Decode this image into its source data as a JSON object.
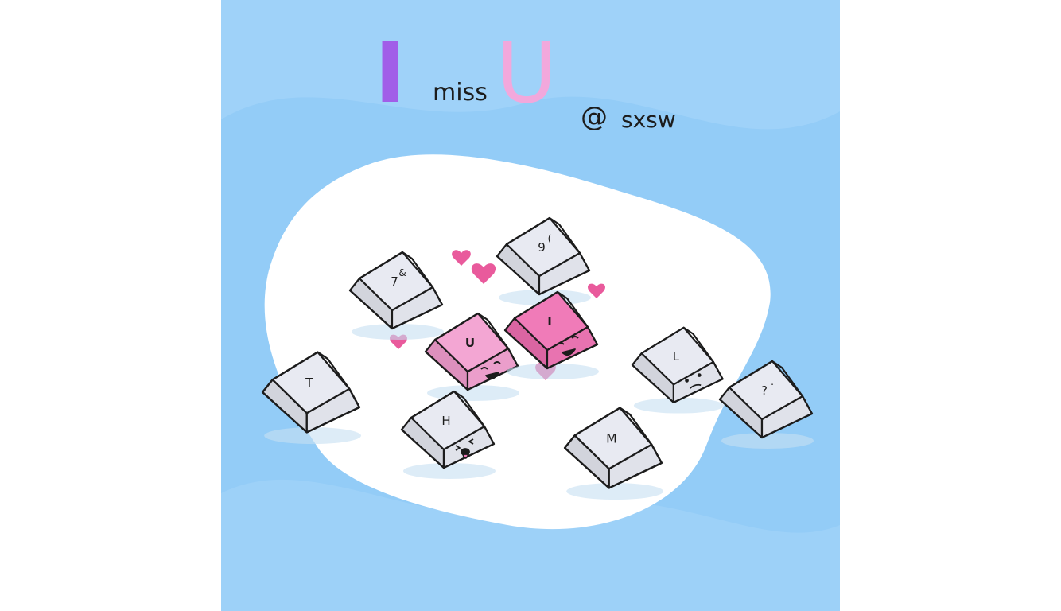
{
  "illustration": {
    "headline": {
      "big_i": "I",
      "word_miss": "miss",
      "big_u": "U",
      "at_sign": "@",
      "event": "sxsw"
    },
    "keys": [
      {
        "id": "key-7",
        "legend_main": "7",
        "legend_alt": "&",
        "color": "#e8eaf2",
        "face": ""
      },
      {
        "id": "key-9",
        "legend_main": "9",
        "legend_alt": "(",
        "color": "#e8eaf2",
        "face": ""
      },
      {
        "id": "key-u",
        "legend_main": "U",
        "legend_alt": "",
        "color": "#f3a6d3",
        "face": "laughing"
      },
      {
        "id": "key-i",
        "legend_main": "I",
        "legend_alt": "",
        "color": "#f07bb8",
        "face": "smiling"
      },
      {
        "id": "key-t",
        "legend_main": "T",
        "legend_alt": "",
        "color": "#e8eaf2",
        "face": ""
      },
      {
        "id": "key-h",
        "legend_main": "H",
        "legend_alt": "",
        "color": "#e8eaf2",
        "face": "tongue-out"
      },
      {
        "id": "key-l",
        "legend_main": "L",
        "legend_alt": "",
        "color": "#e8eaf2",
        "face": "sad"
      },
      {
        "id": "key-slash",
        "legend_main": "?",
        "legend_alt": ".",
        "color": "#e8eaf2",
        "face": ""
      },
      {
        "id": "key-m",
        "legend_main": "M",
        "legend_alt": "",
        "color": "#e8eaf2",
        "face": ""
      }
    ],
    "colors": {
      "sky": "#93ccf7",
      "blob": "#ffffff",
      "purple": "#a15ee8",
      "pink": "#f2a8dc",
      "heart": "#e95a9c",
      "ink": "#1c1c1c"
    }
  }
}
